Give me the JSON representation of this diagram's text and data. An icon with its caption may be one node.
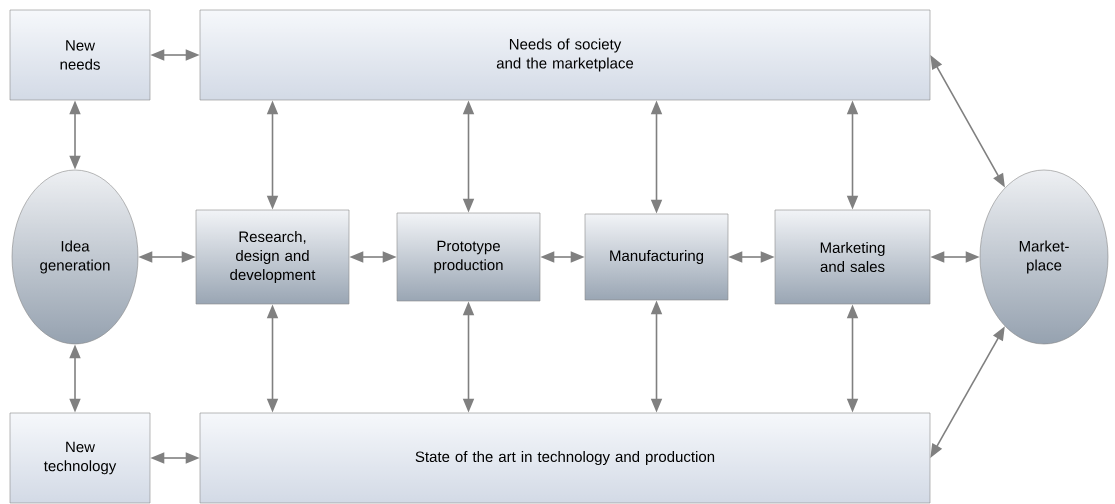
{
  "diagram": {
    "nodes": [
      {
        "text": [
          "New needs"
        ]
      },
      {
        "text": [
          "Needs of society and the marketplace"
        ]
      },
      {
        "text": [
          "Idea generation"
        ]
      },
      {
        "text": [
          "Research, design and development"
        ]
      },
      {
        "text": [
          "Prototype production"
        ]
      },
      {
        "text": [
          "Manufacturing"
        ]
      },
      {
        "text": [
          "Marketing and sales"
        ]
      },
      {
        "text": [
          "Market-place"
        ]
      },
      {
        "text": [
          "New technology"
        ]
      },
      {
        "text": [
          "State of the art in technology and production"
        ]
      }
    ],
    "edges": [
      {
        "from": 0,
        "to": 1,
        "arrow": "both"
      },
      {
        "from": 0,
        "to": 2,
        "arrow": "both"
      },
      {
        "from": 2,
        "to": 8,
        "arrow": "both"
      },
      {
        "from": 8,
        "to": 9,
        "arrow": "both"
      },
      {
        "from": 2,
        "to": 3,
        "arrow": "both"
      },
      {
        "from": 3,
        "to": 4,
        "arrow": "both"
      },
      {
        "from": 4,
        "to": 5,
        "arrow": "both"
      },
      {
        "from": 5,
        "to": 6,
        "arrow": "both"
      },
      {
        "from": 6,
        "to": 7,
        "arrow": "both"
      },
      {
        "from": 1,
        "to": 3,
        "arrow": "both"
      },
      {
        "from": 1,
        "to": 4,
        "arrow": "both"
      },
      {
        "from": 1,
        "to": 5,
        "arrow": "both"
      },
      {
        "from": 1,
        "to": 6,
        "arrow": "both"
      },
      {
        "from": 3,
        "to": 9,
        "arrow": "both"
      },
      {
        "from": 4,
        "to": 9,
        "arrow": "both"
      },
      {
        "from": 5,
        "to": 9,
        "arrow": "both"
      },
      {
        "from": 6,
        "to": 9,
        "arrow": "both"
      },
      {
        "from": 1,
        "to": 7,
        "arrow": "both"
      },
      {
        "from": 9,
        "to": 7,
        "arrow": "both"
      }
    ]
  }
}
